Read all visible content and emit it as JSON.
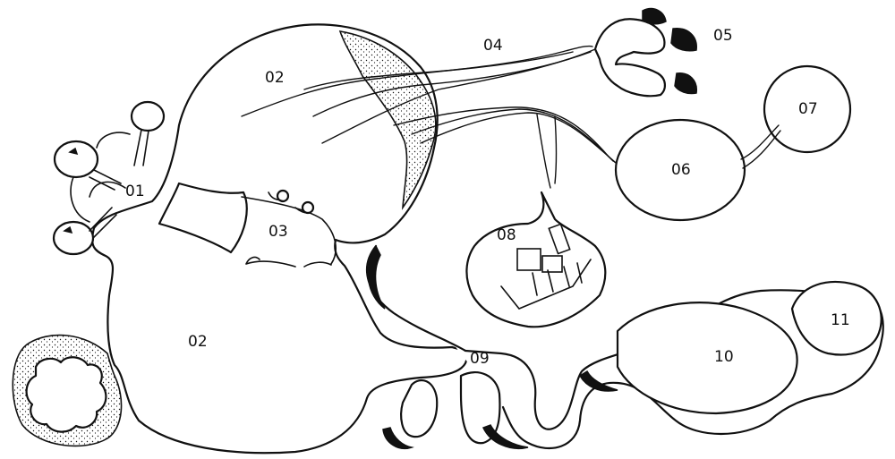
{
  "labels": {
    "l01": "01",
    "l02_top": "02",
    "l02_bottom": "02",
    "l03": "03",
    "l04": "04",
    "l05": "05",
    "l06": "06",
    "l07": "07",
    "l08": "08",
    "l09": "09",
    "l10": "10",
    "l11": "11"
  },
  "colors": {
    "ink": "#111111",
    "paper": "#ffffff"
  }
}
